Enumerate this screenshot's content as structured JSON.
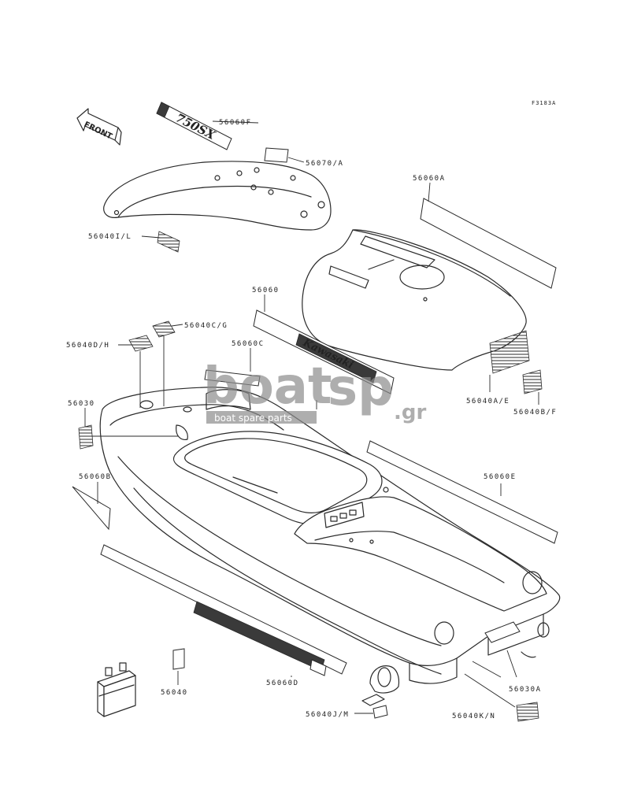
{
  "figure_code": "F3183A",
  "front_arrow_label": "FRONT",
  "decal_logos": {
    "model_badge": "750SX",
    "brand_badge": "Kawasaki"
  },
  "watermark": {
    "brand_left": "boat",
    "brand_right": "sp",
    "domain_suffix": ".gr",
    "tagline": "boat spare parts"
  },
  "parts": [
    {
      "id": "p-56060F",
      "label": "56060F"
    },
    {
      "id": "p-56070A",
      "label": "56070/A"
    },
    {
      "id": "p-56060A",
      "label": "56060A"
    },
    {
      "id": "p-56040IL",
      "label": "56040I/L"
    },
    {
      "id": "p-56060",
      "label": "56060"
    },
    {
      "id": "p-56040CG",
      "label": "56040C/G"
    },
    {
      "id": "p-56040DH",
      "label": "56040D/H"
    },
    {
      "id": "p-56060C",
      "label": "56060C"
    },
    {
      "id": "p-56030",
      "label": "56030"
    },
    {
      "id": "p-56040AE",
      "label": "56040A/E"
    },
    {
      "id": "p-56040BF",
      "label": "56040B/F"
    },
    {
      "id": "p-56060B",
      "label": "56060B"
    },
    {
      "id": "p-56060E",
      "label": "56060E"
    },
    {
      "id": "p-56040",
      "label": "56040"
    },
    {
      "id": "p-56060D",
      "label": "56060D"
    },
    {
      "id": "p-56040JM",
      "label": "56040J/M"
    },
    {
      "id": "p-56030A",
      "label": "56030A"
    },
    {
      "id": "p-56040KN",
      "label": "56040K/N"
    }
  ]
}
